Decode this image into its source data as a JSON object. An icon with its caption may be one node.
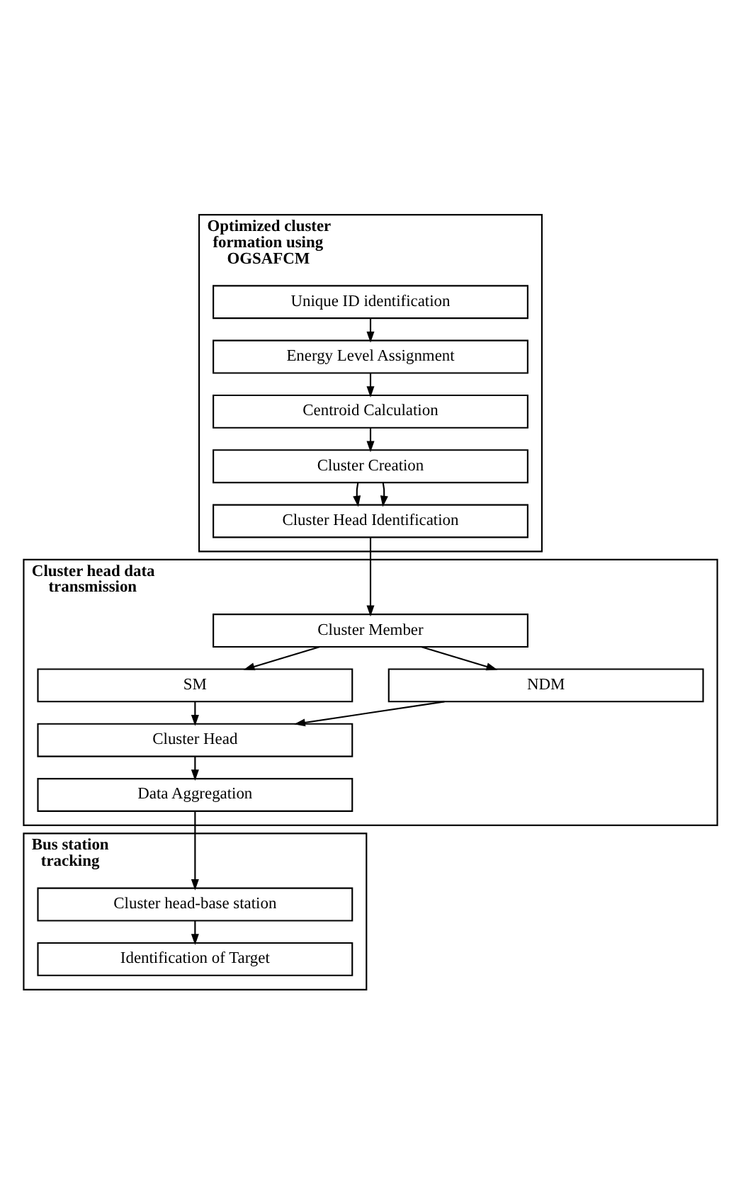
{
  "diagram": {
    "nodes": [
      {
        "text": [
          "Optimized cluster formation using OGSAFCM"
        ]
      },
      {
        "text": [
          "Unique ID identification"
        ],
        "in": 0
      },
      {
        "text": [
          "Energy Level Assignment"
        ],
        "in": 0
      },
      {
        "text": [
          "Centroid Calculation"
        ],
        "in": 0
      },
      {
        "text": [
          "Cluster Creation"
        ],
        "in": 0
      },
      {
        "text": [
          "Cluster Head Identification"
        ],
        "in": 0
      },
      {
        "text": [
          "Cluster head data transmission"
        ]
      },
      {
        "text": [
          "Cluster Member"
        ],
        "in": 6
      },
      {
        "text": [
          "SM"
        ],
        "in": 6
      },
      {
        "text": [
          "NDM"
        ],
        "in": 6
      },
      {
        "text": [
          "Cluster Head"
        ],
        "in": 6
      },
      {
        "text": [
          "Data Aggregation"
        ],
        "in": 6
      },
      {
        "text": [
          "Bus station tracking"
        ]
      },
      {
        "text": [
          "Cluster head-base station"
        ],
        "in": 12
      },
      {
        "text": [
          "Identification of Target"
        ],
        "in": 12
      }
    ],
    "edges": [
      {
        "from": 1,
        "to": 2,
        "arrow": "to"
      },
      {
        "from": 2,
        "to": 3,
        "arrow": "to"
      },
      {
        "from": 3,
        "to": 4,
        "arrow": "to"
      },
      {
        "from": 4,
        "to": 5,
        "arrow": "to"
      },
      {
        "from": 4,
        "to": 5,
        "arrow": "to"
      },
      {
        "from": 5,
        "to": 7,
        "arrow": "to"
      },
      {
        "from": 7,
        "to": 8,
        "arrow": "to"
      },
      {
        "from": 7,
        "to": 9,
        "arrow": "to"
      },
      {
        "from": 8,
        "to": 10,
        "arrow": "to"
      },
      {
        "from": 9,
        "to": 10,
        "arrow": "to"
      },
      {
        "from": 10,
        "to": 11,
        "arrow": "to"
      },
      {
        "from": 11,
        "to": 13,
        "arrow": "to"
      },
      {
        "from": 13,
        "to": 14,
        "arrow": "to"
      }
    ]
  }
}
